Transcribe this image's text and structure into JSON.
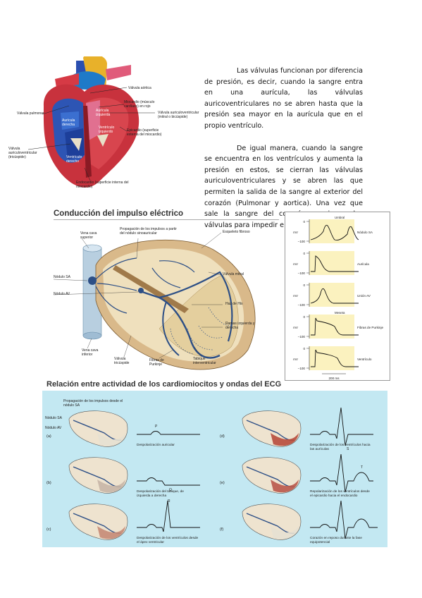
{
  "text": {
    "p1": "Las válvulas funcionan por diferencia de presión, es decir, cuando la sangre entra en una aurícula, las válvulas auricoventriculares no se abren hasta que la presión sea mayor en la aurícula que en el propio ventrículo.",
    "p2": "De igual manera, cuando la sangre se encuentra en los ventrículos y aumenta la presión en estos, se cierran las válvulas auriculoventriculares y se abren las que permiten la salida de la sangre al exterior del corazón (Pulmonar y aortica). Una vez que sale la sangre del corazón se cierran las válvulas para impedir el retroceso sanguíneo."
  },
  "heart": {
    "valvula_aortica": "Válvula aórtica",
    "miocardio": "Miocardio (músculo cardíaco) en rojo",
    "valvula_pulmonar": "Válvula pulmonar",
    "auricula_izquierda": "Aurícula izquierda",
    "auricula_derecha": "Aurícula derecha",
    "valvula_av_mitral": "Válvula auriculoventricular (mitral o bicúspide)",
    "ventriculo_izquierdo": "Ventrículo izquierdo",
    "epicardio": "Epicardio (superficie externa del miocardio)",
    "valvula_av_tricuspide": "Válvula auriculoventricular (tricúspide)",
    "ventriculo_derecho": "Ventrículo derecho",
    "endocardio": "Endocardio (superficie interna del miocardio)"
  },
  "conduction": {
    "title": "Conducción del impulso eléctrico",
    "vena_cava_superior": "Vena cava superior",
    "propagacion": "Propagación de los impulsos a partir del nódulo sinoauricular",
    "esqueleto_fibroso": "Esqueleto fibroso",
    "valvula_mitral": "Válvula mitral",
    "nodulo_sa": "Nódulo SA",
    "nodulo_av": "Nódulo AV",
    "haz_his": "Haz de His",
    "ramas": "Ramas izquierda y derecha",
    "vena_cava_inferior": "Vena cava inferior",
    "valvula_tricuspide": "Válvula tricúspide",
    "fibras_purkinje": "Fibras de Purkinje",
    "tabique": "Tabique interventricular"
  },
  "potentials": {
    "panels": [
      {
        "label": "Nódulo SA",
        "annotation": "Umbral"
      },
      {
        "label": "Aurícula",
        "annotation": ""
      },
      {
        "label": "Unión AV",
        "annotation": ""
      },
      {
        "label": "Fibras de Purkinje",
        "annotation": "Meseta"
      },
      {
        "label": "Ventrículo",
        "annotation": ""
      }
    ],
    "y_top": "0",
    "y_unit": "mV",
    "y_bottom": "−100",
    "scale": "200 ms"
  },
  "ecg": {
    "title": "Relación entre actividad de los cardiomiocitos y ondas del ECG",
    "propagacion": "Propagación de los impulsos desde el nódulo SA",
    "nodulo_sa": "Nódulo SA",
    "nodulo_av": "Nódulo AV",
    "panels": [
      {
        "letter": "(a)",
        "wave": "P",
        "caption": "Despolarización auricular"
      },
      {
        "letter": "(b)",
        "wave": "Q",
        "caption": "Despolarización del tabique, de izquierda a derecha"
      },
      {
        "letter": "(c)",
        "wave": "R",
        "caption": "Despolarización de los ventrículos desde el ápex ventricular"
      },
      {
        "letter": "(d)",
        "wave": "S",
        "caption": "Despolarización de los ventrículos hacia las aurículas"
      },
      {
        "letter": "(e)",
        "wave": "T",
        "caption": "Repolarización de los ventrículos desde el epicardio hacia el endocardio"
      },
      {
        "letter": "(f)",
        "wave": "",
        "caption": "Corazón en reposo durante la fase equipotencial"
      }
    ]
  }
}
